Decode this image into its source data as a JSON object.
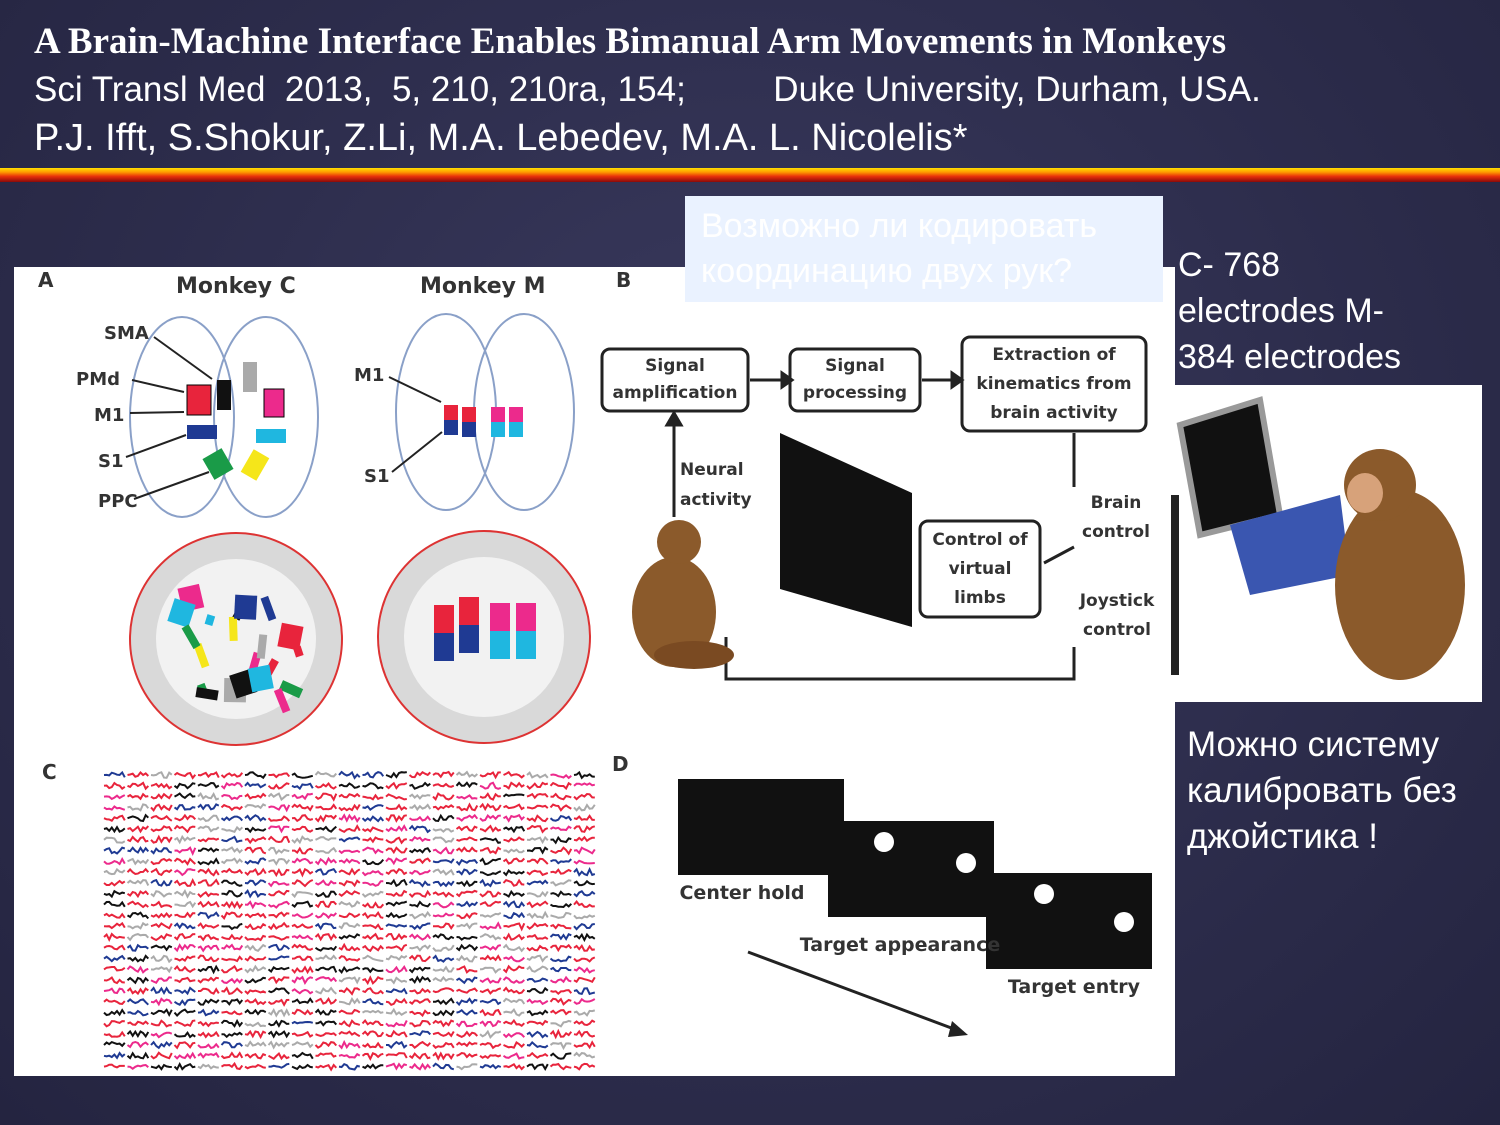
{
  "slide": {
    "title": "A Brain-Machine Interface Enables Bimanual Arm Movements in Monkeys",
    "citation": "Sci Transl Med  2013,  5, 210, 210ra, 154;         Duke University, Durham, USA.",
    "authors": "P.J. Ifft, S.Shokur, Z.Li, M.A. Lebedev, M.A. L. Nicolelis*",
    "question": "Возможно ли  кодировать координацию двух рук?",
    "electrodes": "C- 768 electrodes M-384 electrodes",
    "calibration": "Можно  систему калибровать без джойстика !"
  },
  "figure": {
    "panel_a": {
      "label": "A",
      "monkey_c": "Monkey C",
      "monkey_m": "Monkey M",
      "areas_c": [
        "SMA",
        "PMd",
        "M1",
        "S1",
        "PPC"
      ],
      "areas_m": [
        "M1",
        "S1"
      ]
    },
    "panel_b": {
      "label": "B",
      "boxes": [
        "Signal amplification",
        "Signal processing",
        "Extraction of kinematics from brain activity",
        "Control of virtual limbs"
      ],
      "neural": "Neural activity",
      "brain_control": "Brain control",
      "joystick_control": "Joystick control"
    },
    "panel_c": {
      "label": "C"
    },
    "panel_d": {
      "label": "D",
      "stages": [
        "Center hold",
        "Target appearance",
        "Target entry"
      ]
    }
  },
  "colors": {
    "background": "#2c2c4b",
    "red": "#e8243c",
    "blue": "#1f3a93",
    "pink": "#ec2a8c",
    "cyan": "#1fb7e0",
    "green": "#1a9b48",
    "yellow": "#f5e61a"
  }
}
